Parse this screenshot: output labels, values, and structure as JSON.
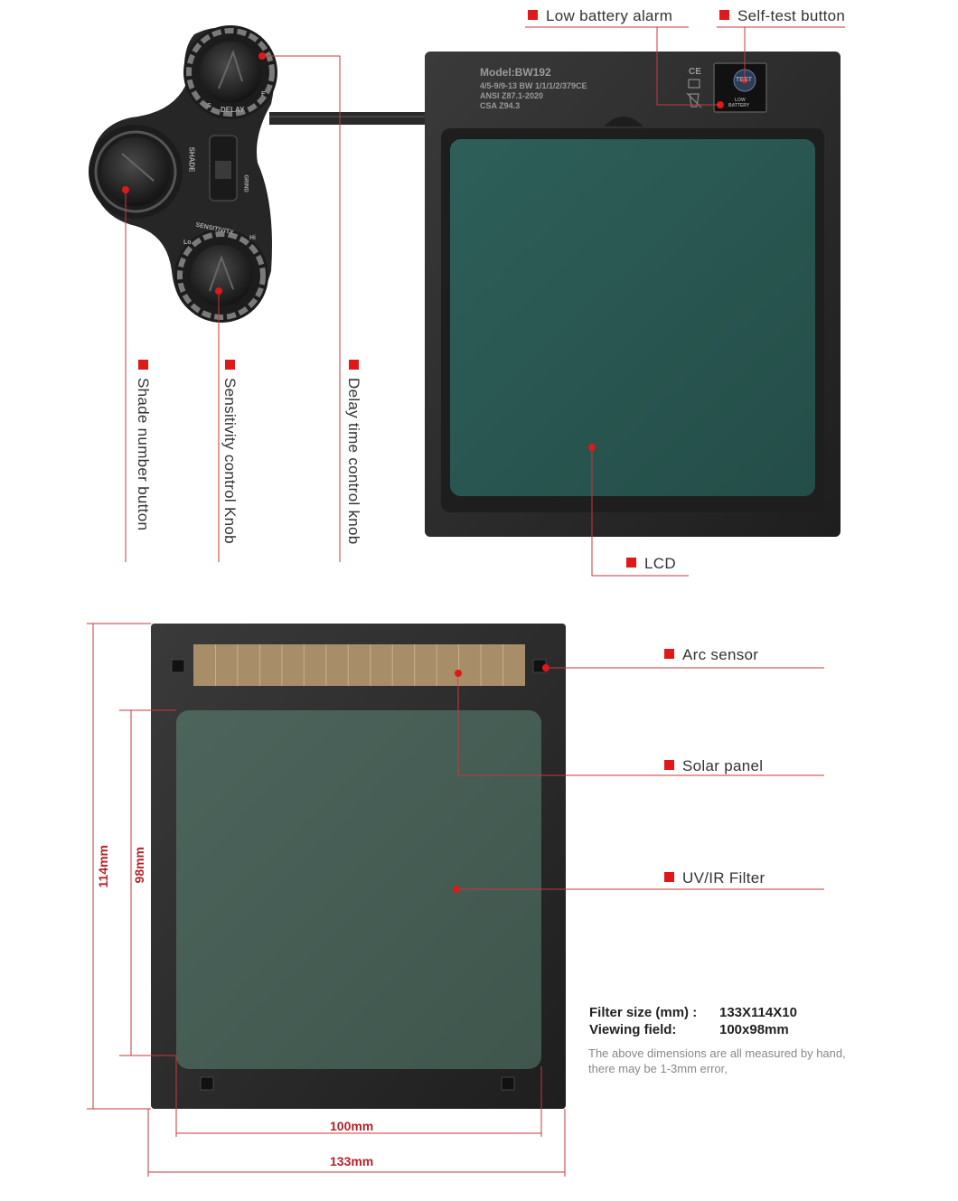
{
  "device": {
    "model": "Model:BW192",
    "shade_line": "4/5-9/9-13 BW 1/1/1/2/379CE",
    "standard_1": "ANSI Z87.1-2020",
    "standard_2": "CSA Z94.3",
    "test_button_text": "TEST",
    "low_battery_text_1": "LOW",
    "low_battery_text_2": "BATTERY",
    "ce_mark": "CE"
  },
  "control_panel": {
    "delay_text": "DELAY",
    "shade_text": "SHADE",
    "sensitivity_text": "SENSITIVITY",
    "lo_text": "Lo",
    "hi_text": "Hi",
    "s_text": "S",
    "f_text": "F",
    "grind_text": "GRIND"
  },
  "callouts_top": {
    "low_battery_alarm": "Low battery alarm",
    "self_test_button": "Self-test button",
    "lcd": "LCD",
    "shade_number_button": "Shade number button",
    "sensitivity_control_knob": "Sensitivity control Knob",
    "delay_time_control_knob": "Delay time control knob"
  },
  "callouts_bottom": {
    "arc_sensor": "Arc sensor",
    "solar_panel": "Solar panel",
    "uv_ir_filter": "UV/IR Filter"
  },
  "dimensions": {
    "height_total": "114mm",
    "height_view": "98mm",
    "width_view": "100mm",
    "width_total": "133mm"
  },
  "specs": {
    "filter_size_label": "Filter size (mm) :",
    "filter_size_value": "133X114X10",
    "viewing_field_label": "Viewing field:",
    "viewing_field_value": "100x98mm",
    "note_line_1": "The above dimensions are all measured by hand,",
    "note_line_2": "there may be 1-3mm error,"
  },
  "colors": {
    "accent_red": "#e01818",
    "dimension_red": "#b3232a",
    "frame_dark": "#2a2a2a",
    "lcd_green": "#2b5a54",
    "filter_green": "#475e55",
    "solar_tan": "#a88e68"
  }
}
